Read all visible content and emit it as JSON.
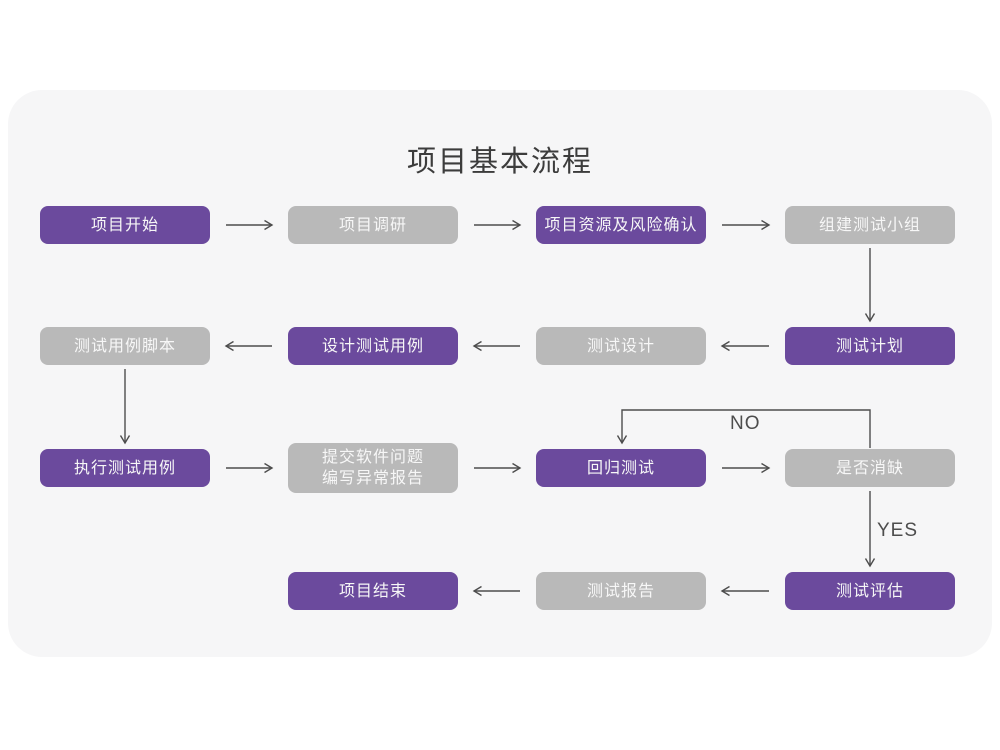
{
  "title": "项目基本流程",
  "colors": {
    "purple": "#6b4a9d",
    "gray": "#b9b9b9",
    "card_bg": "#f6f6f7",
    "line": "#4d4d4d",
    "node_text": "#f7f7f7",
    "title_text": "#3c3c3c"
  },
  "branch_labels": {
    "no": "NO",
    "yes": "YES"
  },
  "nodes": [
    {
      "label": "项目开始",
      "variant": "purple"
    },
    {
      "label": "项目调研",
      "variant": "gray"
    },
    {
      "label": "项目资源及风险确认",
      "variant": "purple"
    },
    {
      "label": "组建测试小组",
      "variant": "gray"
    },
    {
      "label": "测试用例脚本",
      "variant": "gray"
    },
    {
      "label": "设计测试用例",
      "variant": "purple"
    },
    {
      "label": "测试设计",
      "variant": "gray"
    },
    {
      "label": "测试计划",
      "variant": "purple"
    },
    {
      "label": "执行测试用例",
      "variant": "purple"
    },
    {
      "label": "提交软件问题\n编写异常报告",
      "variant": "gray"
    },
    {
      "label": "回归测试",
      "variant": "purple"
    },
    {
      "label": "是否消缺",
      "variant": "gray"
    },
    {
      "label": "项目结束",
      "variant": "purple"
    },
    {
      "label": "测试报告",
      "variant": "gray"
    },
    {
      "label": "测试评估",
      "variant": "purple"
    }
  ]
}
